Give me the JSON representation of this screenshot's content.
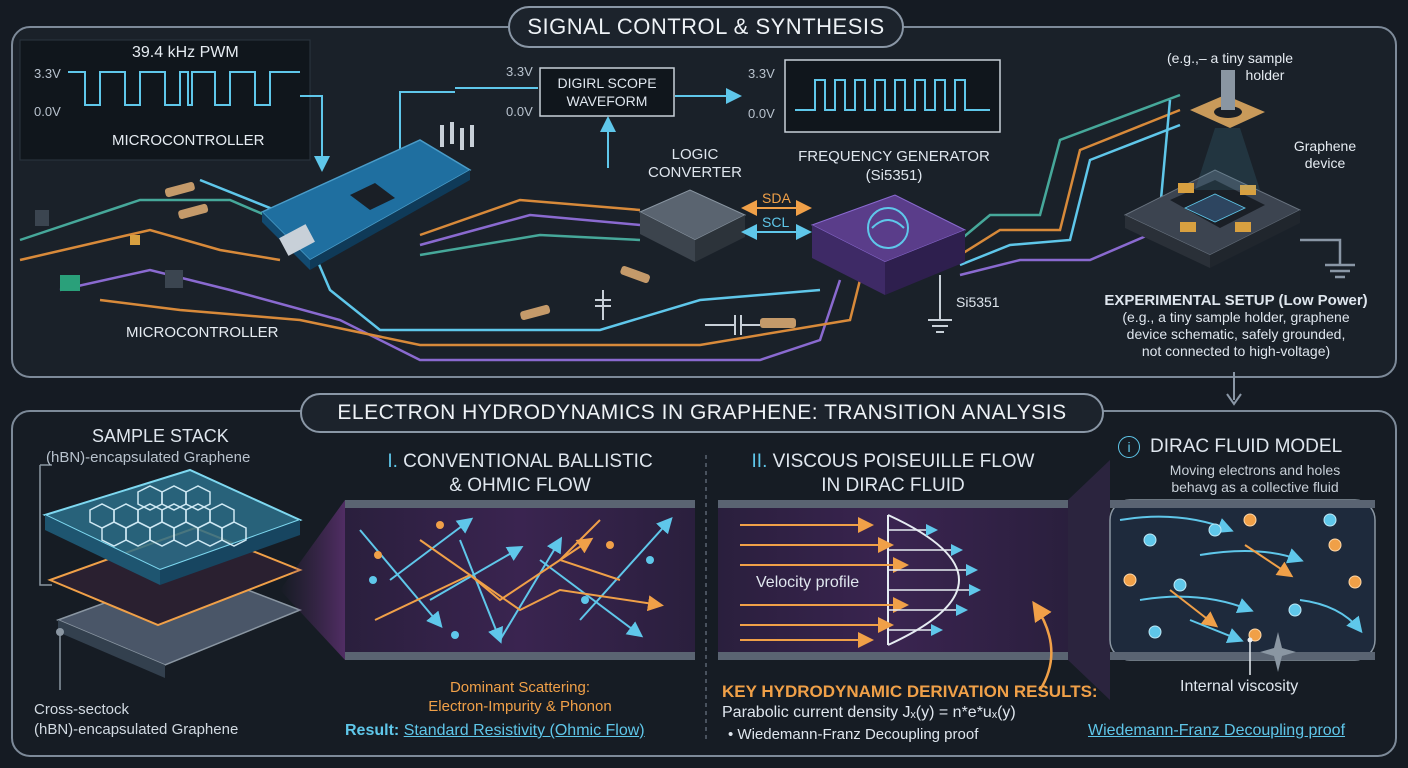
{
  "top_title": "SIGNAL CONTROL & SYNTHESIS",
  "pwm_scope": {
    "freq_label": "39.4 kHz PWM",
    "high": "3.3V",
    "low": "0.0V",
    "caption": "MICROCONTROLLER"
  },
  "digital_scope": {
    "high": "3.3V",
    "low": "0.0V",
    "label_line1": "DIGIRL SCOPE",
    "label_line2": "WAVEFORM"
  },
  "freq_scope": {
    "high": "3.3V",
    "low": "0.0V"
  },
  "mcu_label": "MICROCONTROLLER",
  "logic_converter": {
    "line1": "LOGIC",
    "line2": "CONVERTER"
  },
  "freq_gen": {
    "line1": "FREQUENCY GENERATOR",
    "line2": "(Si5351)"
  },
  "bus": {
    "sda": "SDA",
    "scl": "SCL"
  },
  "si5351_label": "Si5351",
  "sample_holder_label": {
    "line1": "(e.g.,– a tiny sample",
    "line2": "holder"
  },
  "graphene_device_label": {
    "line1": "Graphene",
    "line2": "device"
  },
  "experimental": {
    "title": "EXPERIMENTAL SETUP (Low Power)",
    "line1": "(e.g., a tiny sample holder, graphene",
    "line2": "device schematic, safely grounded,",
    "line3": "not connected to high-voltage)"
  },
  "bottom_title": "ELECTRON HYDRODYNAMICS IN GRAPHENE: TRANSITION ANALYSIS",
  "sample_stack": {
    "title": "SAMPLE STACK",
    "subtitle": "(hBN)-encapsulated Graphene",
    "cross_line1": "Cross-sectock",
    "cross_line2": "(hBN)-encapsulated Graphene"
  },
  "panel1": {
    "title_prefix": "I.",
    "title_line1": " CONVENTIONAL BALLISTIC",
    "title_line2": "& OHMIC FLOW",
    "scatter_line1": "Dominant Scattering:",
    "scatter_line2": "Electron-Impurity & Phonon",
    "result_label": "Result:",
    "result_link": "Standard Resistivity (Ohmic Flow)"
  },
  "panel2": {
    "title_prefix": "II.",
    "title_line1": " VISCOUS POISEUILLE FLOW",
    "title_line2": "IN DIRAC FLUID",
    "velocity_label": "Velocity profile",
    "key_title": "KEY HYDRODYNAMIC DERIVATION RESULTS:",
    "current_density": "Parabolic current density Jₓ(y) = n*e*uₓ(y)",
    "wf_bullet": "• Wiedemann-Franz Decoupling proof"
  },
  "panel3": {
    "info_icon": "i",
    "title": "DIRAC FLUID MODEL",
    "desc_line1": "Moving electrons and holes",
    "desc_line2": "behavg as a collective fluid",
    "viscosity_label": "Internal viscosity",
    "wf_link": "Wiedemann-Franz Decoupling proof"
  },
  "colors": {
    "cyan": "#5fc7ea",
    "orange": "#f0a048",
    "purple": "#5a3d8a",
    "border": "#8a97a6",
    "panel_bg": "#1c232c"
  }
}
